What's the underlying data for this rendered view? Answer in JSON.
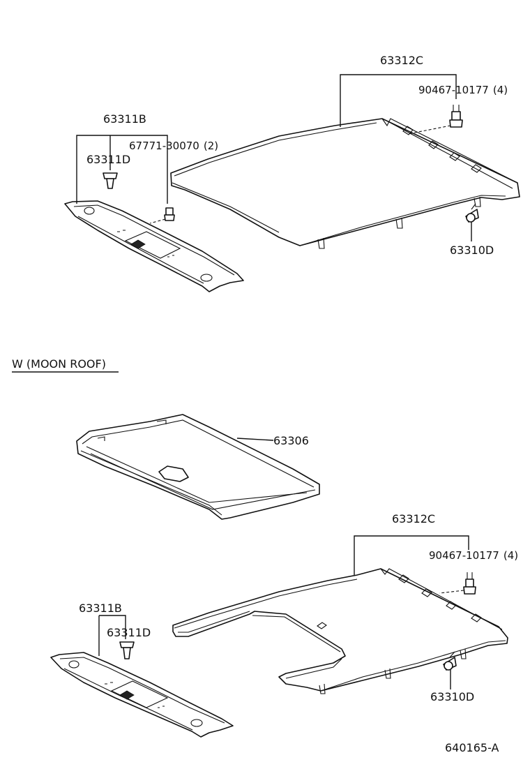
{
  "top_section": {
    "headlining": {
      "part_no": "63312C"
    },
    "clip_headlining": {
      "part_no": "90467-10177",
      "qty": "(4)"
    },
    "front_trim": {
      "part_no": "63311B"
    },
    "front_trim_clip": {
      "part_no": "63311D"
    },
    "front_trim_screw": {
      "part_no": "67771-30070",
      "qty": "(2)"
    },
    "rear_fastener": {
      "part_no": "63310D"
    }
  },
  "moon_roof_section": {
    "heading": "W (MOON ROOF)",
    "sunshade": {
      "part_no": "63306"
    },
    "headlining": {
      "part_no": "63312C"
    },
    "clip_headlining": {
      "part_no": "90467-10177",
      "qty": "(4)"
    },
    "front_trim": {
      "part_no": "63311B"
    },
    "front_trim_clip": {
      "part_no": "63311D"
    },
    "rear_fastener": {
      "part_no": "63310D"
    }
  },
  "figure_code": "640165-A"
}
